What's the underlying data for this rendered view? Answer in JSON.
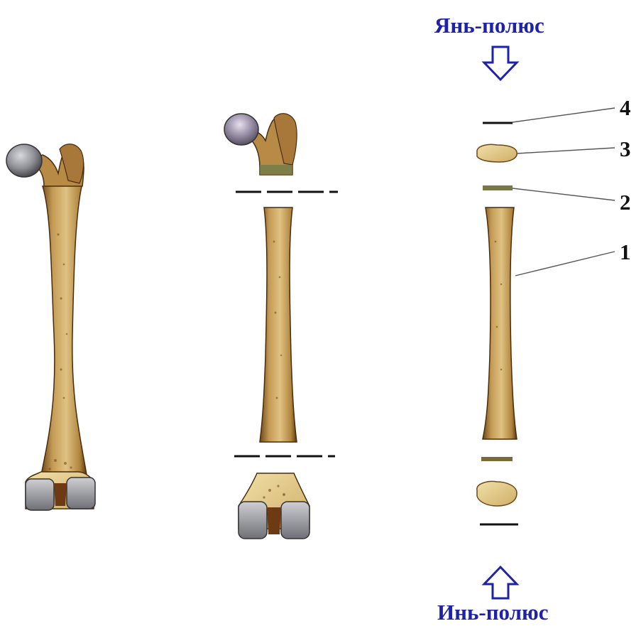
{
  "labels": {
    "yang_pole": "Янь-полюс",
    "yin_pole": "Инь-полюс"
  },
  "callouts": [
    "4",
    "3",
    "2",
    "1"
  ],
  "colors": {
    "pole_text": "#1e22a8",
    "arrow": "#1e22a8",
    "bone_fill": "#c49a55",
    "bone_dark": "#6e4618",
    "bone_light": "#e8d39a",
    "cartilage": "#a9aaae",
    "growth_plate": "#7a7a40",
    "line": "#111111",
    "leader": "#555555"
  },
  "icons": {
    "top_arrow": "down-arrow-outline-icon",
    "bottom_arrow": "up-arrow-outline-icon"
  }
}
